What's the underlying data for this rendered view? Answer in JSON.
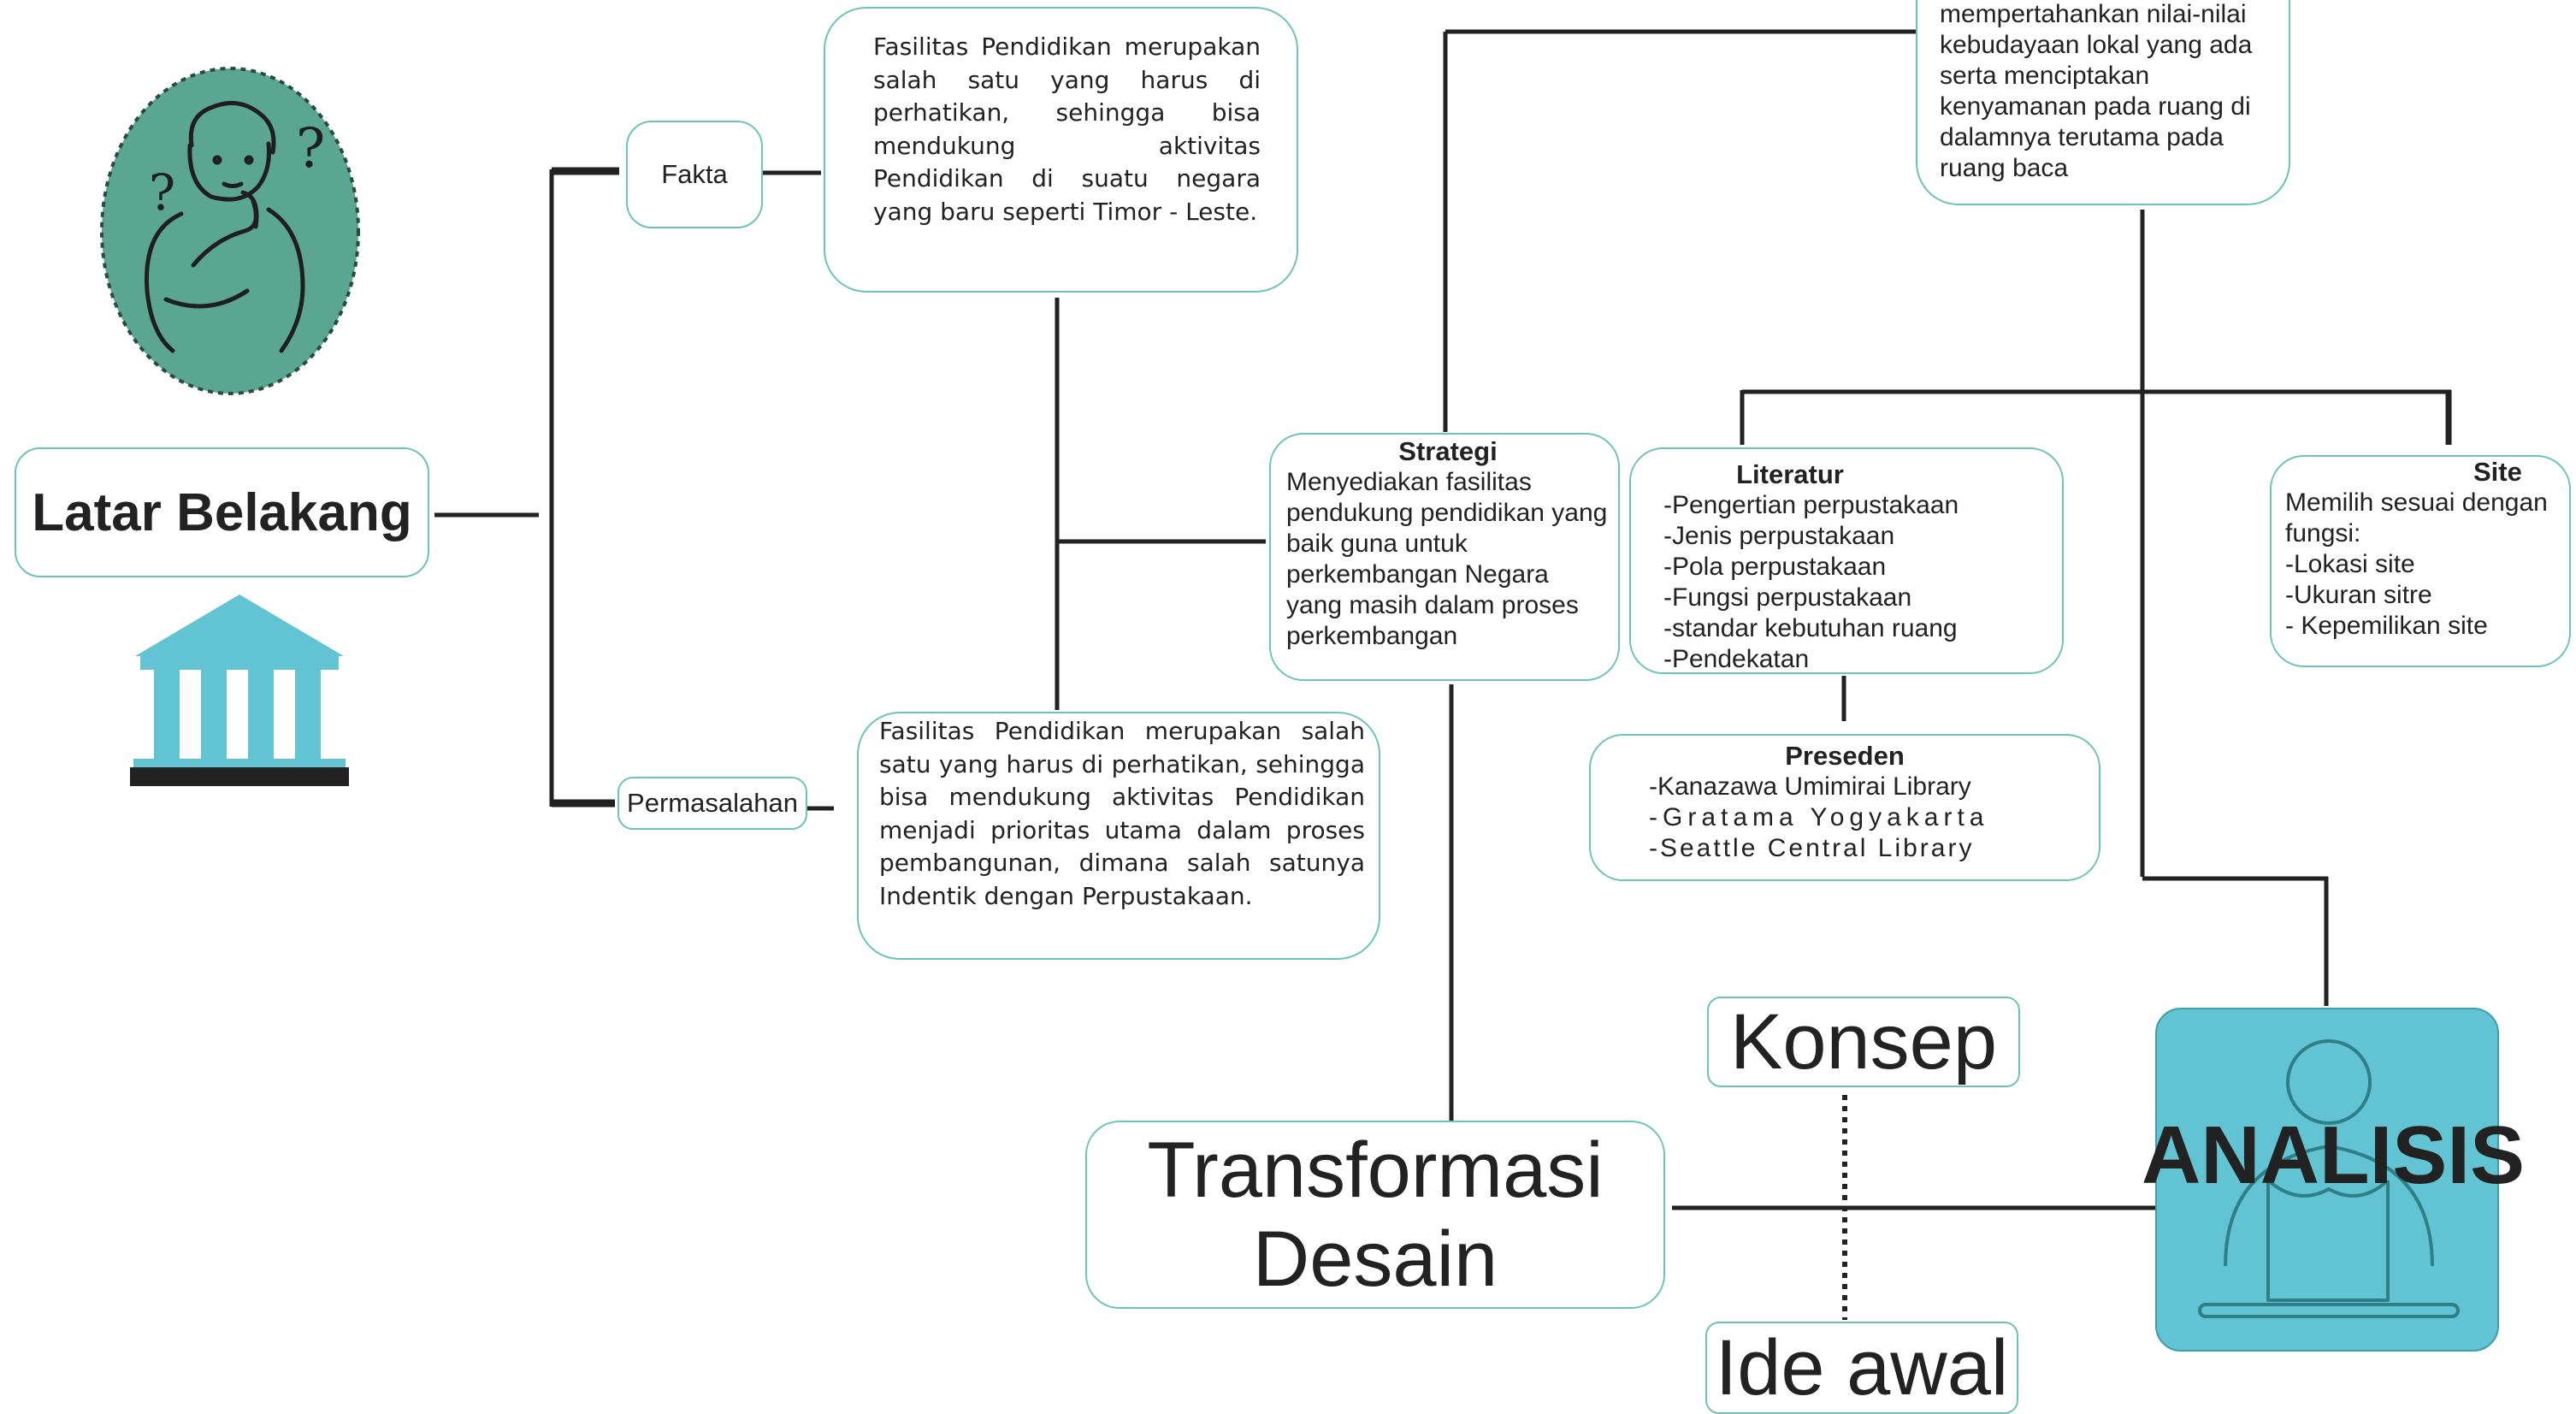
{
  "nodes": {
    "latar_belakang": "Latar Belakang",
    "fakta": "Fakta",
    "permasalahan": "Permasalahan",
    "fakta_text": "Fasilitas Pendidikan merupakan salah satu yang harus di perhatikan, sehingga bisa mendukung aktivitas Pendidikan di suatu negara yang baru seperti Timor - Leste.",
    "permasalahan_text": "Fasilitas Pendidikan merupakan salah satu yang harus di perhatikan, sehingga bisa mendukung aktivitas Pendidikan menjadi prioritas utama dalam proses pembangunan, dimana salah satunya Indentik dengan Perpustakaan.",
    "top_text": "mempertahankan nilai-nilai kebudayaan lokal yang ada serta menciptakan kenyamanan pada ruang di dalamnya terutama pada ruang baca",
    "strategi": {
      "title": "Strategi",
      "text": "Menyediakan fasilitas pendukung pendidikan yang baik guna untuk  perkembangan Negara yang masih dalam proses perkembangan"
    },
    "literatur": {
      "title": "Literatur",
      "items": [
        "-Pengertian perpustakaan",
        "-Jenis perpustakaan",
        "-Pola perpustakaan",
        "-Fungsi perpustakaan",
        "-standar kebutuhan ruang",
        "-Pendekatan"
      ]
    },
    "site": {
      "title": "Site",
      "items": [
        "Memilih sesuai dengan fungsi:",
        "-Lokasi site",
        "-Ukuran sitre",
        "- Kepemilikan site"
      ]
    },
    "preseden": {
      "title": "Preseden",
      "items": [
        "-Kanazawa Umimirai Library",
        "-Gratama Yogyakarta",
        "-Seattle Central Library"
      ]
    },
    "konsep": "Konsep",
    "transformasi": [
      "Transformasi",
      "Desain"
    ],
    "ide_awal": "Ide awal",
    "analisis": "ANALISIS"
  },
  "colors": {
    "teal_border": "#6cc4b8",
    "green_fill": "#5aa691",
    "blue_fill": "#62c3d2",
    "line": "#222222"
  },
  "icons": [
    "thinking-person-icon",
    "library-building-icon",
    "reading-person-icon"
  ]
}
